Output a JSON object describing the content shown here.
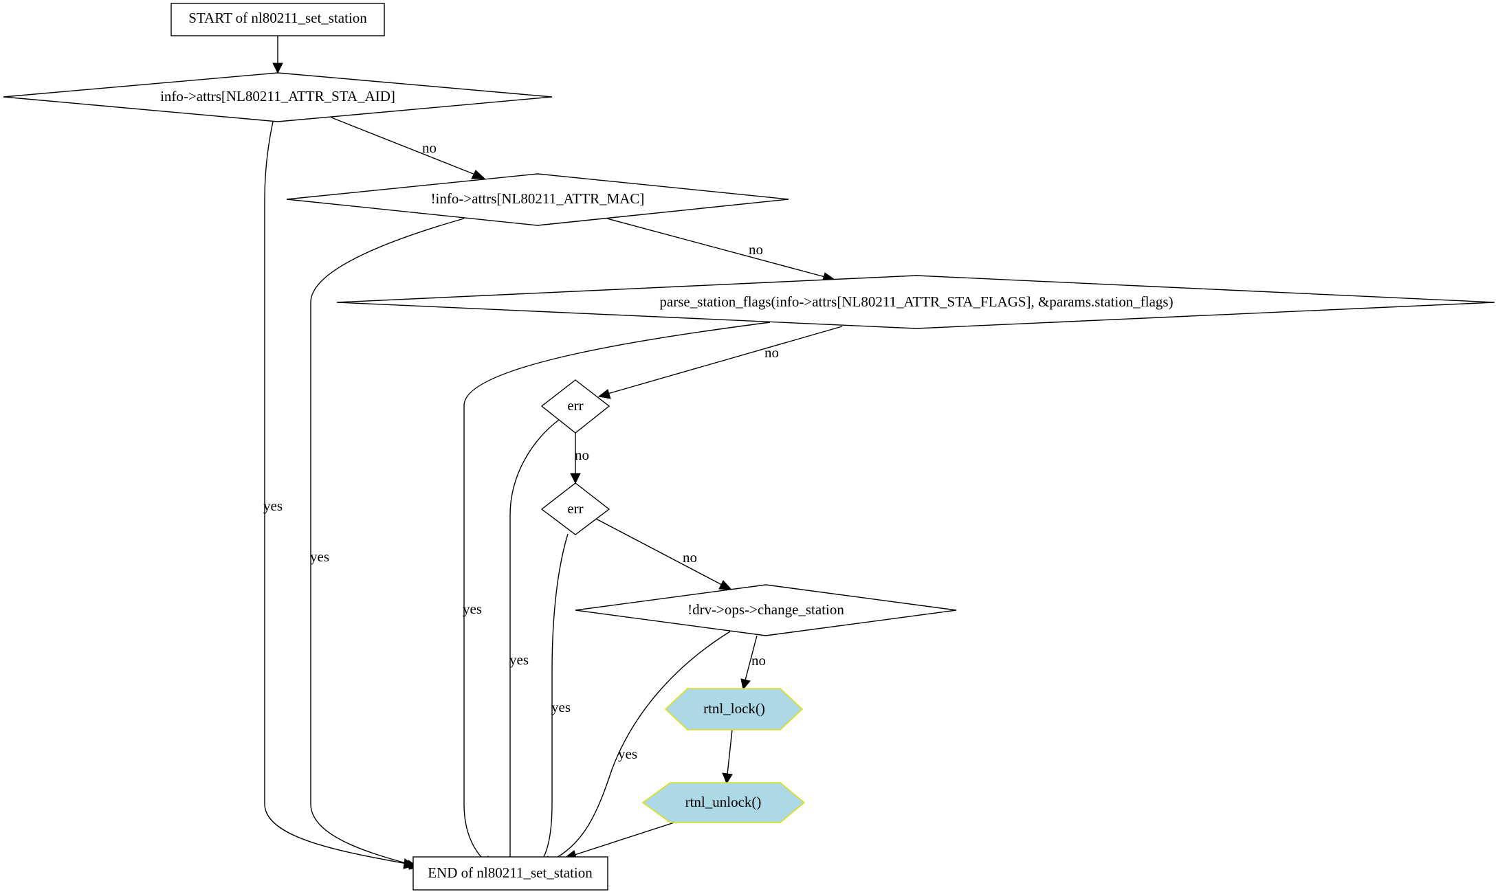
{
  "nodes": {
    "start": "START of nl80211_set_station",
    "d_sta_aid": "info->attrs[NL80211_ATTR_STA_AID]",
    "d_mac": "!info->attrs[NL80211_ATTR_MAC]",
    "d_parse": "parse_station_flags(info->attrs[NL80211_ATTR_STA_FLAGS], &params.station_flags)",
    "d_err1": "err",
    "d_err2": "err",
    "d_change": "!drv->ops->change_station",
    "p_lock": "rtnl_lock()",
    "p_unlock": "rtnl_unlock()",
    "end": "END of nl80211_set_station"
  },
  "edges": {
    "aid_no": "no",
    "aid_yes": "yes",
    "mac_no": "no",
    "mac_yes": "yes",
    "parse_no": "no",
    "parse_yes": "yes",
    "err1_no": "no",
    "err1_yes": "yes",
    "err2_no": "no",
    "err2_yes": "yes",
    "change_no": "no",
    "change_yes": "yes"
  },
  "colors": {
    "process_fill": "#add8e6",
    "process_border": "#e0e010"
  }
}
